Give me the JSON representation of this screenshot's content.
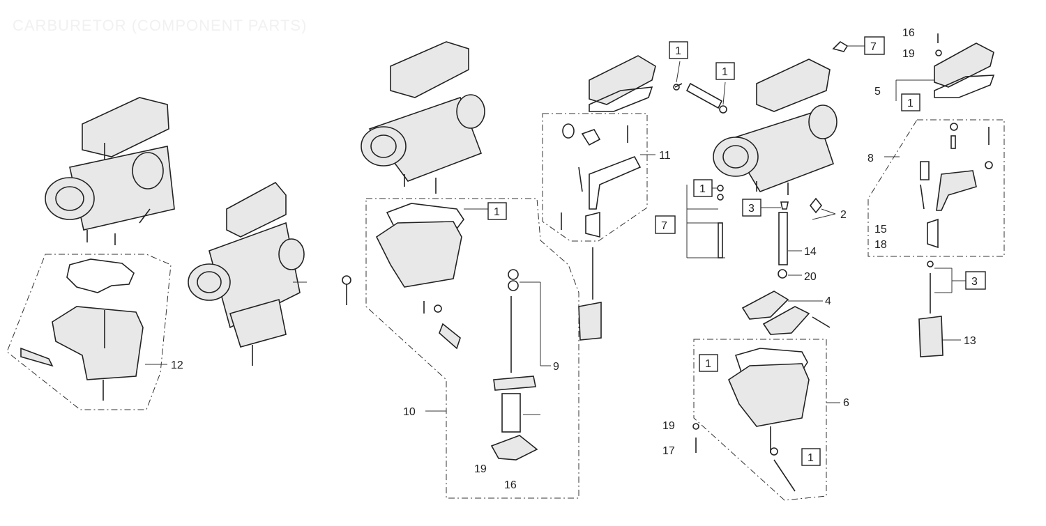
{
  "title": "CARBURETOR (COMPONENT PARTS)",
  "callouts": [
    {
      "id": "c12",
      "label": "12"
    },
    {
      "id": "c10",
      "label": "10"
    },
    {
      "id": "c9",
      "label": "9"
    },
    {
      "id": "c19a",
      "label": "19"
    },
    {
      "id": "c16a",
      "label": "16"
    },
    {
      "id": "c11",
      "label": "11"
    },
    {
      "id": "c2",
      "label": "2"
    },
    {
      "id": "c14",
      "label": "14"
    },
    {
      "id": "c20",
      "label": "20"
    },
    {
      "id": "c4",
      "label": "4"
    },
    {
      "id": "c6",
      "label": "6"
    },
    {
      "id": "c19b",
      "label": "19"
    },
    {
      "id": "c17",
      "label": "17"
    },
    {
      "id": "c16b",
      "label": "16"
    },
    {
      "id": "c19c",
      "label": "19"
    },
    {
      "id": "c5",
      "label": "5"
    },
    {
      "id": "c8",
      "label": "8"
    },
    {
      "id": "c15",
      "label": "15"
    },
    {
      "id": "c18",
      "label": "18"
    },
    {
      "id": "c13",
      "label": "13"
    }
  ],
  "boxed_callouts": [
    {
      "id": "b1a",
      "label": "1"
    },
    {
      "id": "b1b",
      "label": "1"
    },
    {
      "id": "b1c",
      "label": "1"
    },
    {
      "id": "b1d",
      "label": "1"
    },
    {
      "id": "b7a",
      "label": "7"
    },
    {
      "id": "b1e",
      "label": "1"
    },
    {
      "id": "b1f",
      "label": "1"
    },
    {
      "id": "b7b",
      "label": "7"
    },
    {
      "id": "b3a",
      "label": "3"
    },
    {
      "id": "b3b",
      "label": "3"
    },
    {
      "id": "b1g",
      "label": "1"
    },
    {
      "id": "b1h",
      "label": "1"
    }
  ]
}
